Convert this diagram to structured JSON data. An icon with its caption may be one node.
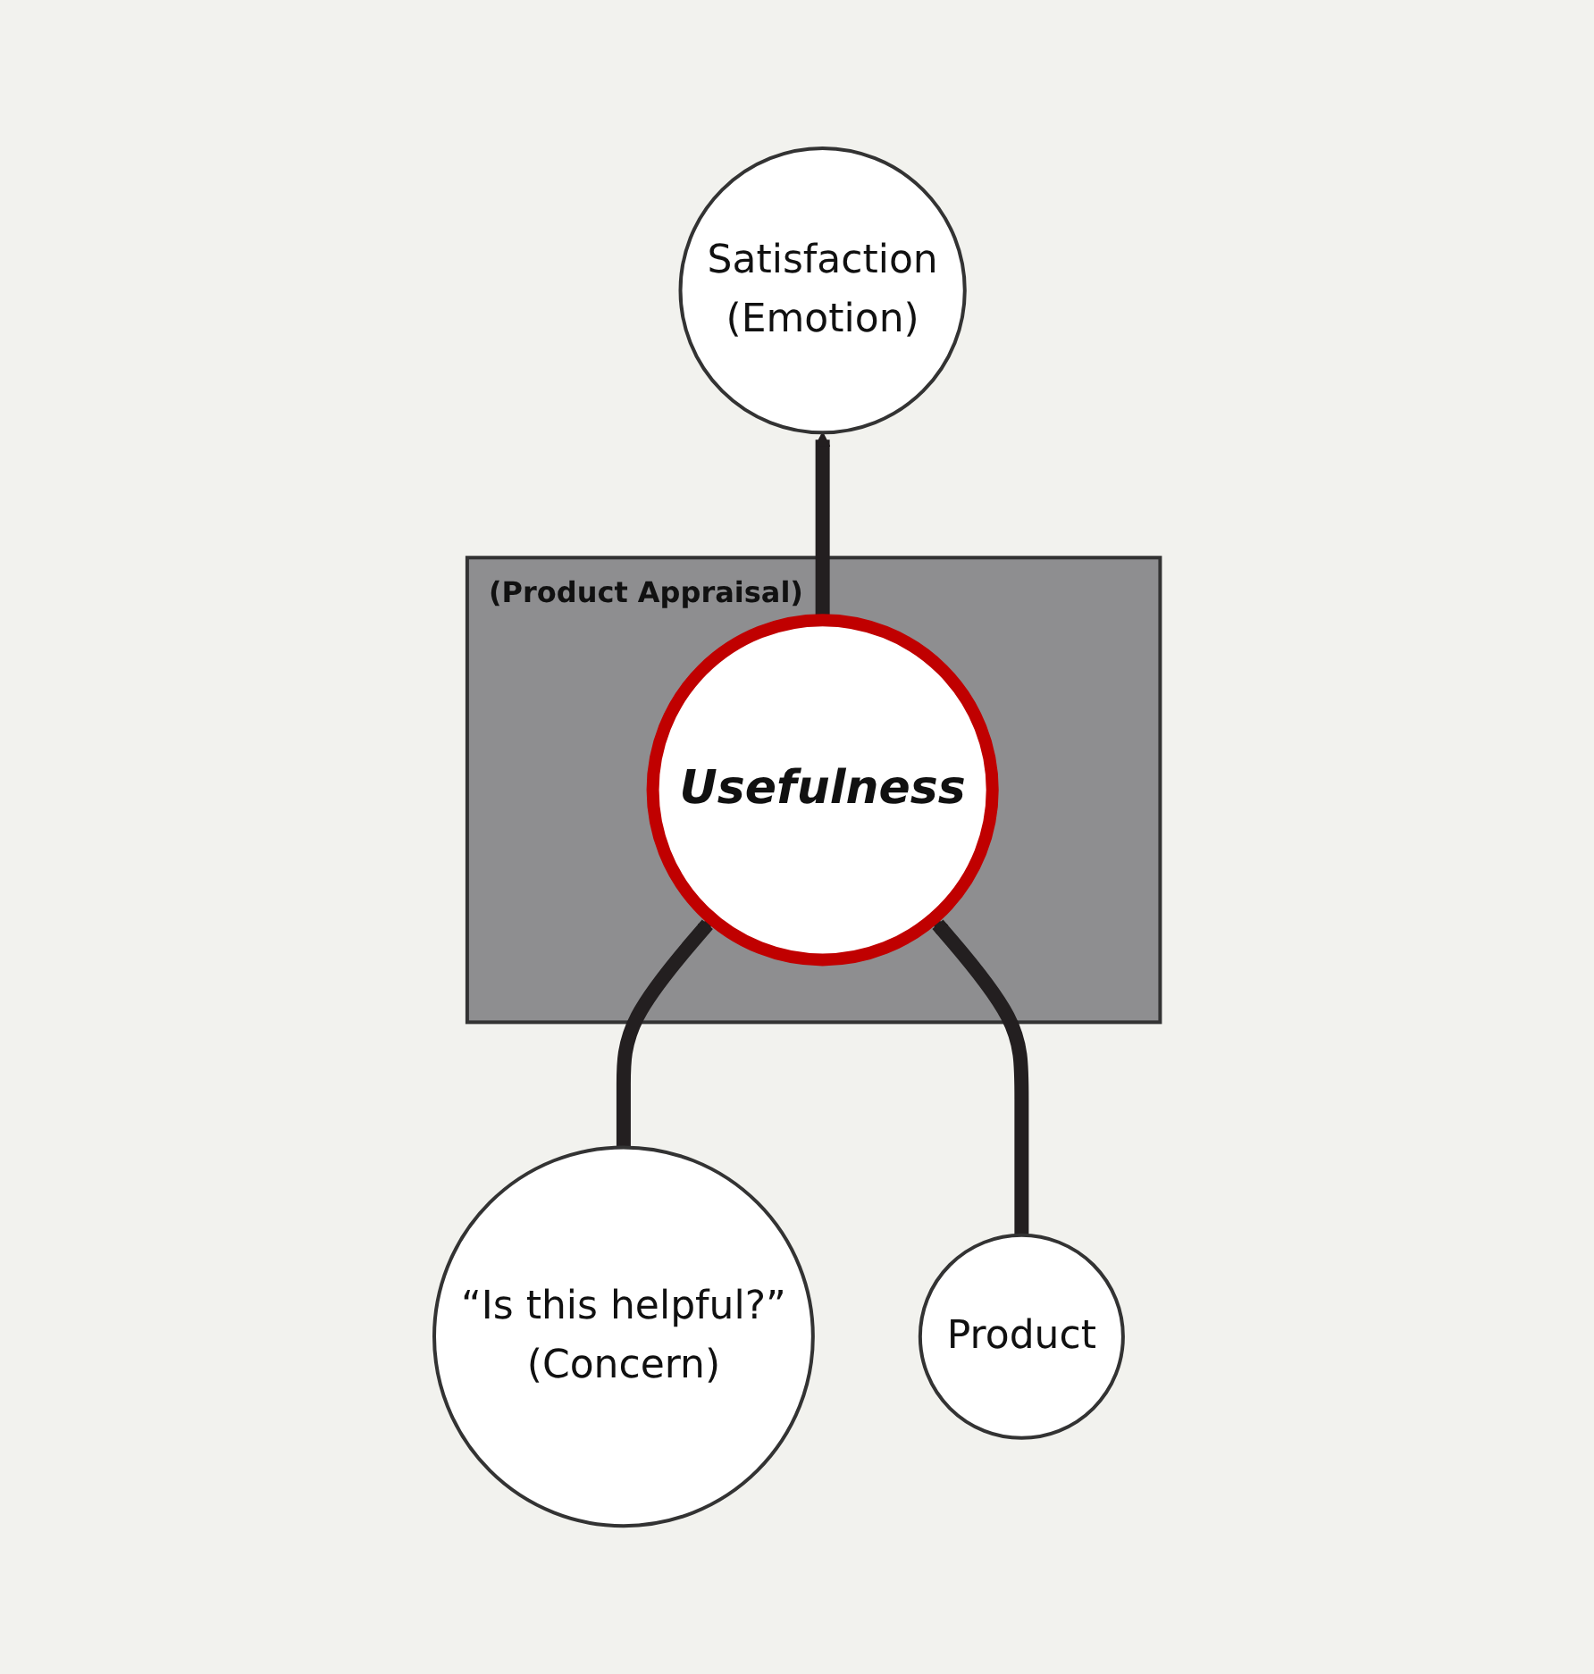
{
  "diagram": {
    "nodes": [
      {
        "text": [
          "(Product Appraisal)"
        ]
      },
      {
        "text": [
          "Satisfaction",
          "(Emotion)"
        ]
      },
      {
        "text": [
          "Usefulness"
        ],
        "in": 0
      },
      {
        "text": [
          "“Is this helpful?”",
          "(Concern)"
        ]
      },
      {
        "text": [
          "Product"
        ]
      }
    ],
    "edges": [
      {
        "from": 2,
        "to": 1,
        "arrow": "to"
      },
      {
        "from": 3,
        "to": 2,
        "arrow": "to"
      },
      {
        "from": 4,
        "to": 2,
        "arrow": "to"
      }
    ]
  }
}
